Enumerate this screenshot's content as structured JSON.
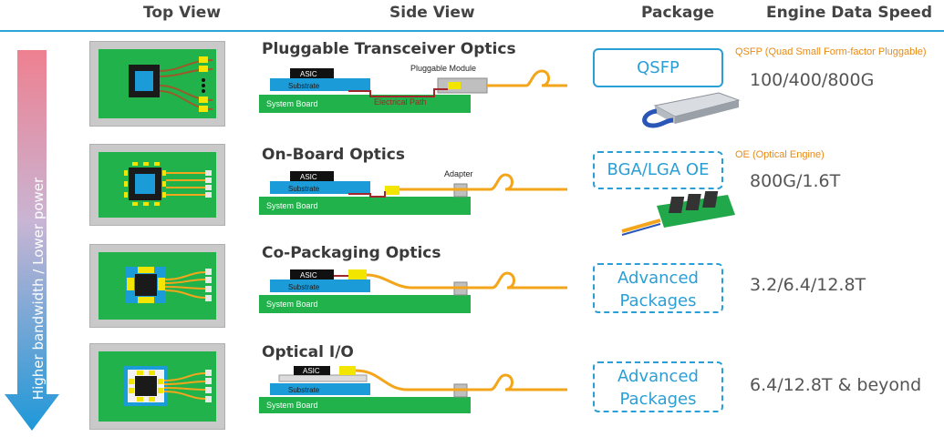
{
  "headers": {
    "top_view": "Top View",
    "side_view": "Side View",
    "package": "Package",
    "engine_speed": "Engine Data Speed"
  },
  "arrow": {
    "label": "Higher bandwidth / Lower power",
    "colors": [
      "#e8707c",
      "#2a9fd6"
    ]
  },
  "labels": {
    "asic": "ASIC",
    "substrate": "Substrate",
    "system_board": "System Board",
    "pluggable_module": "Pluggable Module",
    "electrical_path": "Electrical Path",
    "adapter": "Adapter"
  },
  "rows": [
    {
      "title": "Pluggable Transceiver Optics",
      "package": "QSFP",
      "note": "QSFP (Quad Small Form-factor Pluggable)",
      "speed": "100/400/800G"
    },
    {
      "title": "On-Board Optics",
      "package": "BGA/LGA OE",
      "note": "OE (Optical Engine)",
      "speed": "800G/1.6T"
    },
    {
      "title": "Co-Packaging Optics",
      "package_line1": "Advanced",
      "package_line2": "Packages",
      "speed": "3.2/6.4/12.8T"
    },
    {
      "title": "Optical I/O",
      "package_line1": "Advanced",
      "package_line2": "Packages",
      "speed": "6.4/12.8T & beyond"
    }
  ],
  "colors": {
    "board_green": "#21b24b",
    "asic_blue": "#1b9bd8",
    "fiber_orange": "#f3a51b",
    "yellow_chip": "#f2e600",
    "accent_blue": "#2a9fd6",
    "note_orange": "#e88a14"
  }
}
